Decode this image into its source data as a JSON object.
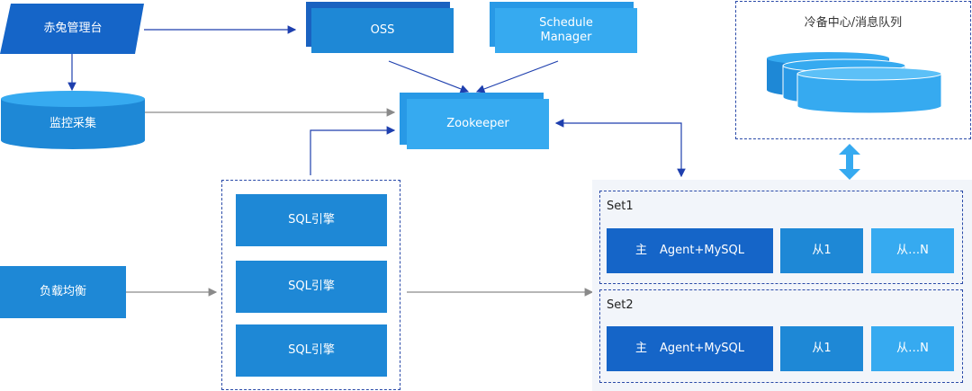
{
  "nodes": {
    "chitu": "赤兔管理台",
    "oss": "OSS",
    "schedule": "Schedule\nManager",
    "monitor": "监控采集",
    "zookeeper": "Zookeeper",
    "cold_backup": "冷备中心/消息队列",
    "load_balance": "负载均衡",
    "sql_engine_1": "SQL引擎",
    "sql_engine_2": "SQL引擎",
    "sql_engine_3": "SQL引擎"
  },
  "sets": [
    {
      "name": "Set1",
      "master_label": "主",
      "master_text": "Agent+MySQL",
      "slave1": "从1",
      "slaven": "从…N"
    },
    {
      "name": "Set2",
      "master_label": "主",
      "master_text": "Agent+MySQL",
      "slave1": "从1",
      "slaven": "从…N"
    }
  ],
  "colors": {
    "dark_blue": "#1565c8",
    "mid_blue": "#1e88d6",
    "light_blue": "#36aaf0",
    "arrow_blue": "#1e3fae",
    "arrow_gray": "#8a8a8a",
    "dashed_border": "#2a4aa8",
    "set_background": "#f2f5fa"
  }
}
